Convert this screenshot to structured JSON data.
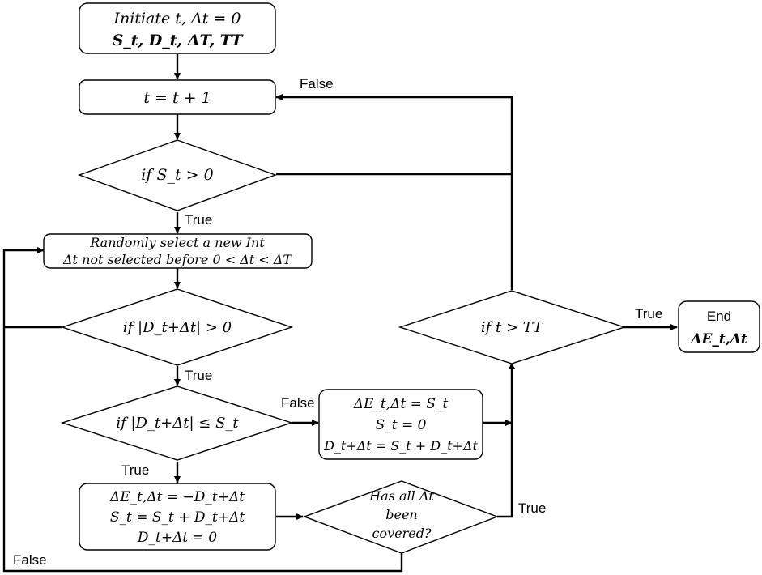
{
  "nodes": {
    "init": {
      "line1": "Initiate t, Δt = 0",
      "line2": "S_t, D_t, ΔT, TT"
    },
    "increment": {
      "text": "t = t + 1"
    },
    "check_supply": {
      "text": "if S_t > 0"
    },
    "select": {
      "line1": "Randomly select a new Int",
      "line2": "Δt not selected before 0 < Δt < ΔT"
    },
    "check_demand": {
      "text": "if |D_t+Δt| > 0"
    },
    "compare": {
      "text": "if |D_t+Δt| ≤ S_t"
    },
    "false_block": {
      "line1": "ΔE_t,Δt = S_t",
      "line2": "S_t = 0",
      "line3": "D_t+Δt = S_t + D_t+Δt"
    },
    "true_block": {
      "line1": "ΔE_t,Δt = −D_t+Δt",
      "line2": "S_t = S_t + D_t+Δt",
      "line3": "D_t+Δt = 0"
    },
    "all_covered": {
      "line1": "Has all Δt",
      "line2": "been",
      "line3": "covered?"
    },
    "check_time": {
      "text": "if t > TT"
    },
    "end": {
      "line1": "End",
      "line2": "ΔE_t,Δt"
    }
  },
  "edge_labels": {
    "top_false": "False",
    "supply_true": "True",
    "demand_true": "True",
    "compare_false": "False",
    "compare_true": "True",
    "covered_true": "True",
    "bottom_false": "False",
    "time_true": "True"
  },
  "colors": {
    "stroke": "#000000",
    "fill": "#ffffff",
    "background": "#ffffff"
  }
}
